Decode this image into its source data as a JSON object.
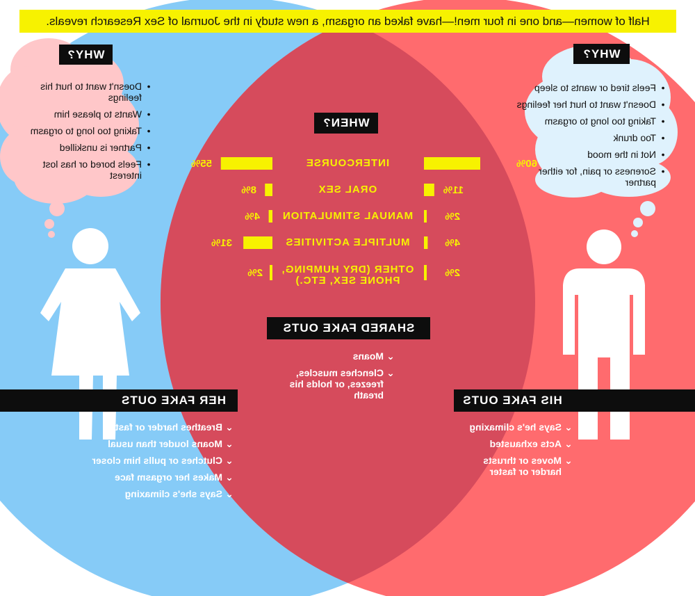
{
  "banner": "Half of women—and one in four men!—have faked an orgasm, a new study in the Journal of Sex Research reveals.",
  "colors": {
    "her_circle": "#ff6b6e",
    "his_circle": "#86cbf7",
    "overlap": "#d64b5c",
    "highlight": "#f7f200",
    "label_bg": "#0d0d0d",
    "her_cloud": "#ffc7c9",
    "his_cloud": "#dff2fd"
  },
  "her_why": {
    "title": "WHY?",
    "items": [
      "Doesn't want to hurt his feelings",
      "Wants to please him",
      "Taking too long to orgasm",
      "Partner is unskilled",
      "Feels bored or has lost interest"
    ]
  },
  "his_why": {
    "title": "WHY?",
    "items": [
      "Feels tired or wants to sleep",
      "Doesn't want to hurt her feelings",
      "Taking too long to orgasm",
      "Too drunk",
      "Not in the mood",
      "Soreness or pain, for either partner"
    ]
  },
  "when": {
    "title": "WHEN?",
    "rows": [
      {
        "label": "INTERCOURSE",
        "her": "55%",
        "his": "60%"
      },
      {
        "label": "ORAL SEX",
        "her": "8%",
        "his": "11%"
      },
      {
        "label": "MANUAL STIMULATION",
        "her": "4%",
        "his": "2%"
      },
      {
        "label": "MULTIPLE ACTIVITIES",
        "her": "31%",
        "his": "4%"
      },
      {
        "label": "OTHER (DRY HUMPING, PHONE SEX, ETC.)",
        "her": "2%",
        "his": "2%"
      }
    ]
  },
  "chart_data": {
    "type": "bar",
    "categories": [
      "INTERCOURSE",
      "ORAL SEX",
      "MANUAL STIMULATION",
      "MULTIPLE ACTIVITIES",
      "OTHER (DRY HUMPING, PHONE SEX, ETC.)"
    ],
    "series": [
      {
        "values": [
          55,
          8,
          4,
          31,
          2
        ]
      },
      {
        "values": [
          60,
          11,
          2,
          4,
          2
        ]
      }
    ],
    "title": "WHEN?",
    "xlabel": "",
    "ylabel": "",
    "ylim": [
      0,
      100
    ]
  },
  "shared": {
    "title": "SHARED FAKE OUTS",
    "items": [
      "Moans",
      "Clenches muscles, freezes, or holds his breath"
    ]
  },
  "her_fake": {
    "title": "HER FAKE OUTS",
    "items": [
      "Breathes harder or faster",
      "Moans louder than usual",
      "Clutches or pulls him closer",
      "Makes her orgasm face",
      "Says she's climaxing"
    ]
  },
  "his_fake": {
    "title": "HIS FAKE OUTS",
    "items": [
      "Says he's climaxing",
      "Acts exhausted",
      "Moves or thrusts harder or faster"
    ]
  },
  "icons": {
    "bullet_round": "•",
    "bullet_check": "⌄",
    "woman": "woman-figure-icon",
    "man": "man-figure-icon"
  }
}
